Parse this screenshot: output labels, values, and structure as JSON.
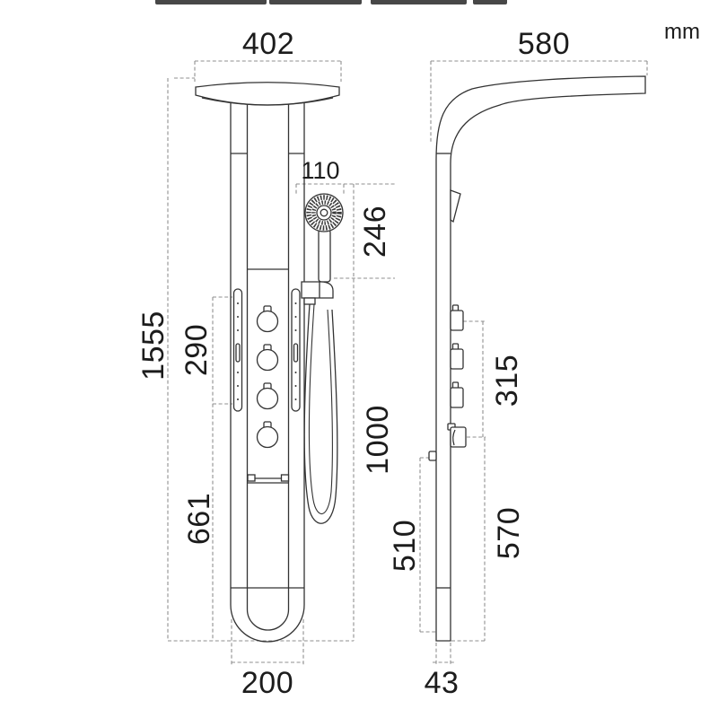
{
  "unit_label": "mm",
  "front_view": {
    "head_width": "402",
    "hand_shower_width": "110",
    "hand_shower_height": "246",
    "total_height": "1555",
    "jet_panel_height": "290",
    "lower_body_height": "661",
    "hose_drop_height": "1000",
    "base_width": "200"
  },
  "side_view": {
    "arm_depth": "580",
    "valve_group_height": "315",
    "lower_mount_height": "510",
    "lower_body_height": "570",
    "panel_depth": "43"
  }
}
